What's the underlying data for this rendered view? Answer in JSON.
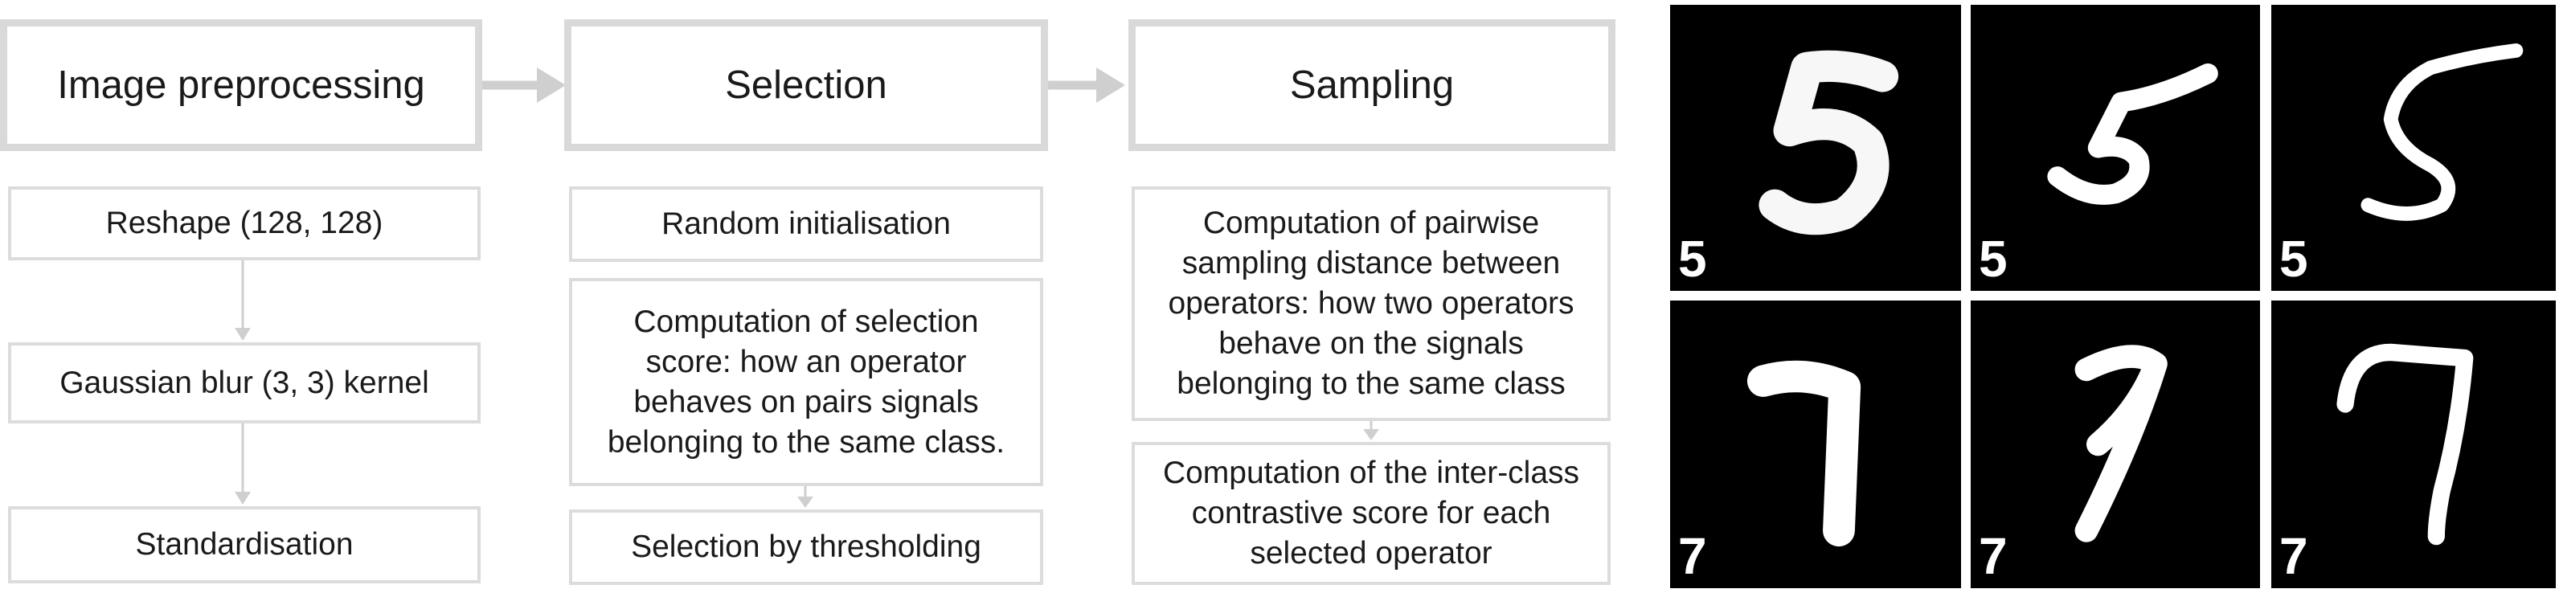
{
  "pipeline": {
    "stages": [
      {
        "title": "Image preprocessing",
        "steps": [
          "Reshape (128, 128)",
          "Gaussian blur (3, 3) kernel",
          "Standardisation"
        ]
      },
      {
        "title": "Selection",
        "steps": [
          "Random initialisation",
          "Computation of selection score: how an operator behaves on pairs signals belonging to the same class.",
          "Selection by thresholding"
        ]
      },
      {
        "title": "Sampling",
        "steps": [
          "Computation of pairwise sampling distance between operators: how two operators behave on the signals belonging to the same class",
          "Computation of the inter-class contrastive score for each selected operator"
        ]
      }
    ]
  },
  "samples": {
    "top_row": [
      "5",
      "5",
      "5"
    ],
    "bottom_row": [
      "7",
      "7",
      "7"
    ]
  },
  "colors": {
    "header_border": "#d9d9d9",
    "box_border": "#dcdcdc",
    "connector": "#cfcfcf",
    "tile_background": "#000000",
    "digit": "#ffffff"
  }
}
